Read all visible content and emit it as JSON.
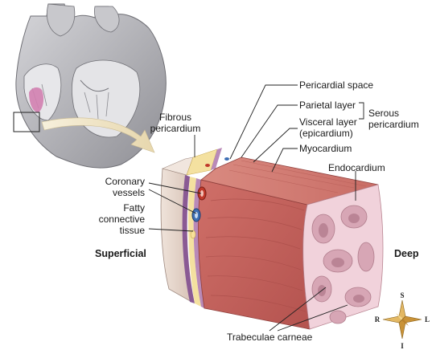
{
  "labels": {
    "pericardial_space": "Pericardial space",
    "parietal_layer": "Parietal layer",
    "visceral_layer_1": "Visceral layer",
    "visceral_layer_2": "(epicardium)",
    "serous_1": "Serous",
    "serous_2": "pericardium",
    "fibrous_1": "Fibrous",
    "fibrous_2": "pericardium",
    "myocardium": "Myocardium",
    "endocardium": "Endocardium",
    "coronary_1": "Coronary",
    "coronary_2": "vessels",
    "fatty_1": "Fatty",
    "fatty_2": "connective",
    "fatty_3": "tissue",
    "superficial": "Superficial",
    "deep": "Deep",
    "trabeculae": "Trabeculae carneae"
  },
  "compass": {
    "s": "S",
    "i": "I",
    "r": "R",
    "l": "L"
  },
  "colors": {
    "muscle": "#c9655e",
    "muscle_dark": "#a94a47",
    "fibrous": "#d9c4b8",
    "serous_purple": "#9a6aa0",
    "fat_yellow": "#f2d98a",
    "endocardium_pink": "#f3d8df",
    "heart_gray": "#b9b9bd",
    "arrow_cream": "#efe4c4",
    "compass_gold": "#d2a24a"
  }
}
